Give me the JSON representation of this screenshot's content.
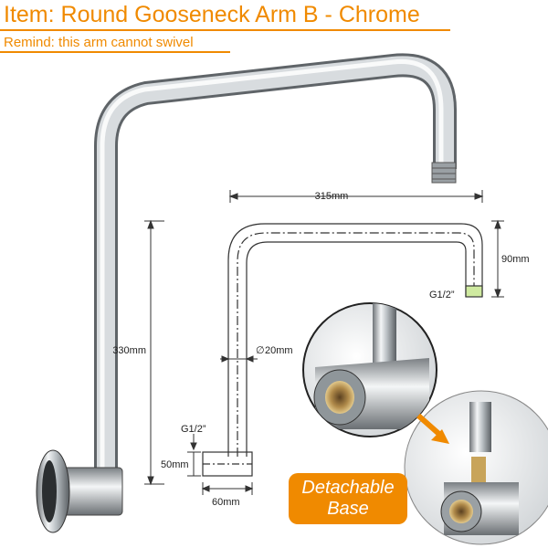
{
  "header": {
    "title": "Item: Round Gooseneck Arm B - Chrome",
    "remind": "Remind: this arm cannot swivel"
  },
  "dimensions": {
    "width_top": "315mm",
    "drop": "90mm",
    "thread_outlet": "G1/2”",
    "height": "330mm",
    "diameter": "20mm",
    "thread_inlet": "G1/2”",
    "base_height": "50mm",
    "base_width": "60mm"
  },
  "badge": {
    "line1": "Detachable",
    "line2": "Base"
  },
  "colors": {
    "accent": "#f08a00",
    "chrome_dark": "#6f7478",
    "chrome_light": "#f4f6f7",
    "dimension_line": "#333333"
  },
  "icons": {
    "arrow": "arrow-down-right-icon"
  }
}
